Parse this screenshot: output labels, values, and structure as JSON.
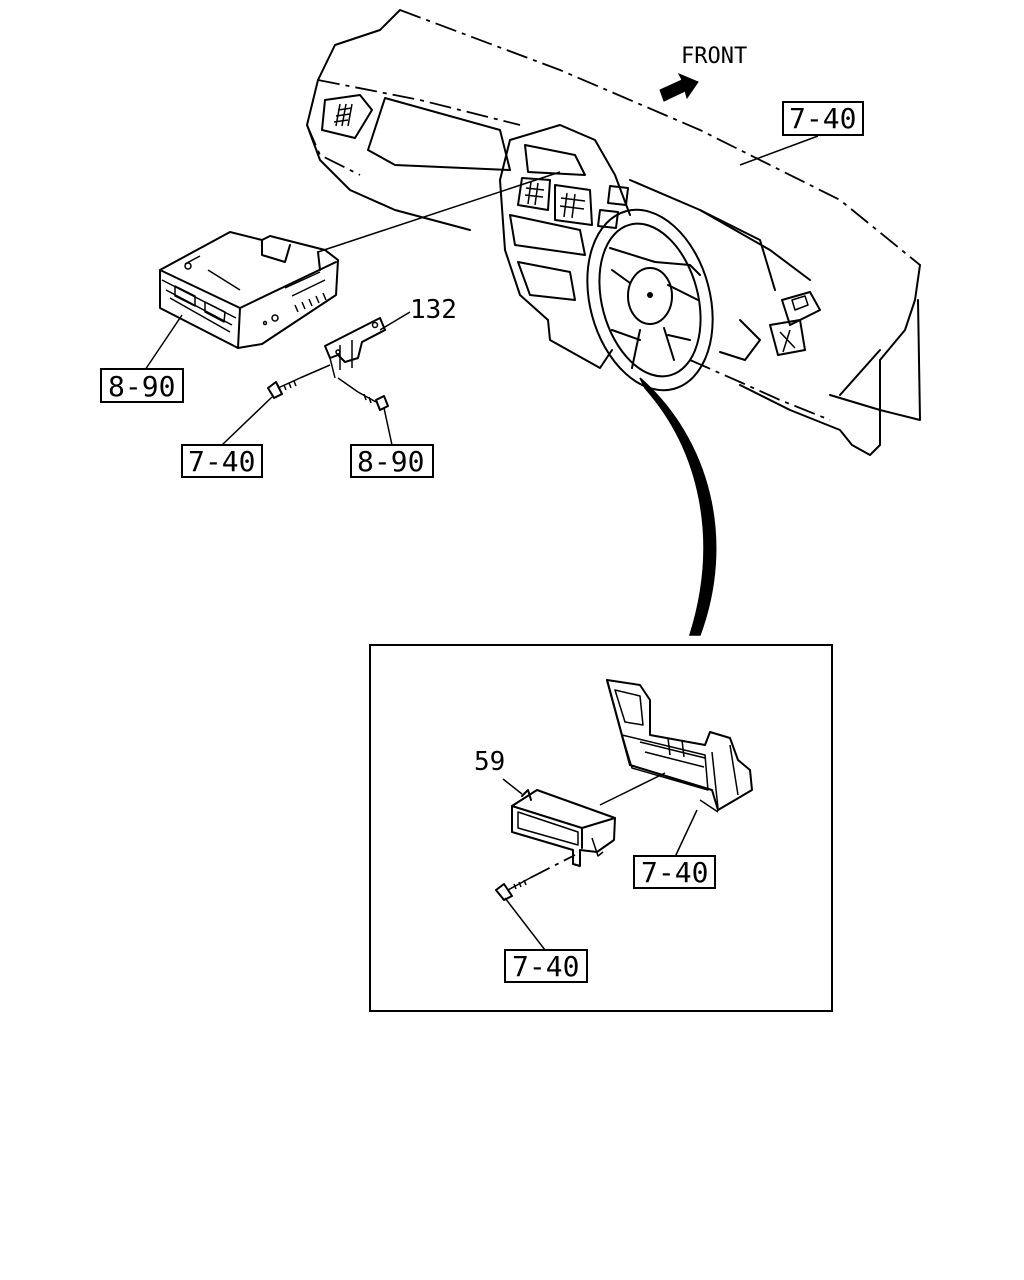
{
  "direction_label": "FRONT",
  "callouts": {
    "dashboard_ref": "7-40",
    "radio_ref": "8-90",
    "bracket_part": "132",
    "screw_left_ref": "7-40",
    "screw_right_ref": "8-90"
  },
  "detail": {
    "pocket_part": "59",
    "console_ref": "7-40",
    "screw_ref": "7-40"
  }
}
